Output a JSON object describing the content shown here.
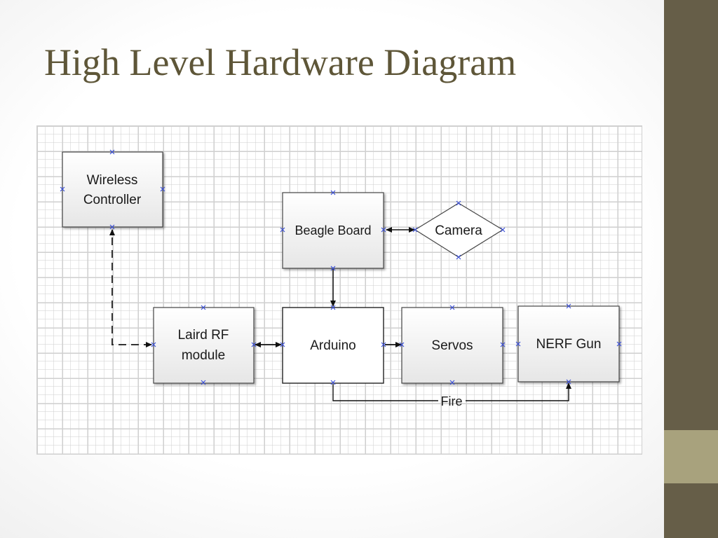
{
  "slide": {
    "title": "High Level Hardware Diagram"
  },
  "diagram": {
    "nodes": {
      "wireless_controller": {
        "line1": "Wireless",
        "line2": "Controller"
      },
      "beagle_board": {
        "label": "Beagle Board"
      },
      "camera": {
        "label": "Camera"
      },
      "laird_rf": {
        "line1": "Laird RF",
        "line2": "module"
      },
      "arduino": {
        "label": "Arduino"
      },
      "servos": {
        "label": "Servos"
      },
      "nerf_gun": {
        "label": "NERF Gun"
      }
    },
    "edges": {
      "fire_label": "Fire"
    }
  },
  "theme": {
    "sidebar_color": "#665e48",
    "sidebar_accent": "#a8a27d",
    "title_color": "#5e5638",
    "connection_point_color": "#3a4fd8"
  }
}
